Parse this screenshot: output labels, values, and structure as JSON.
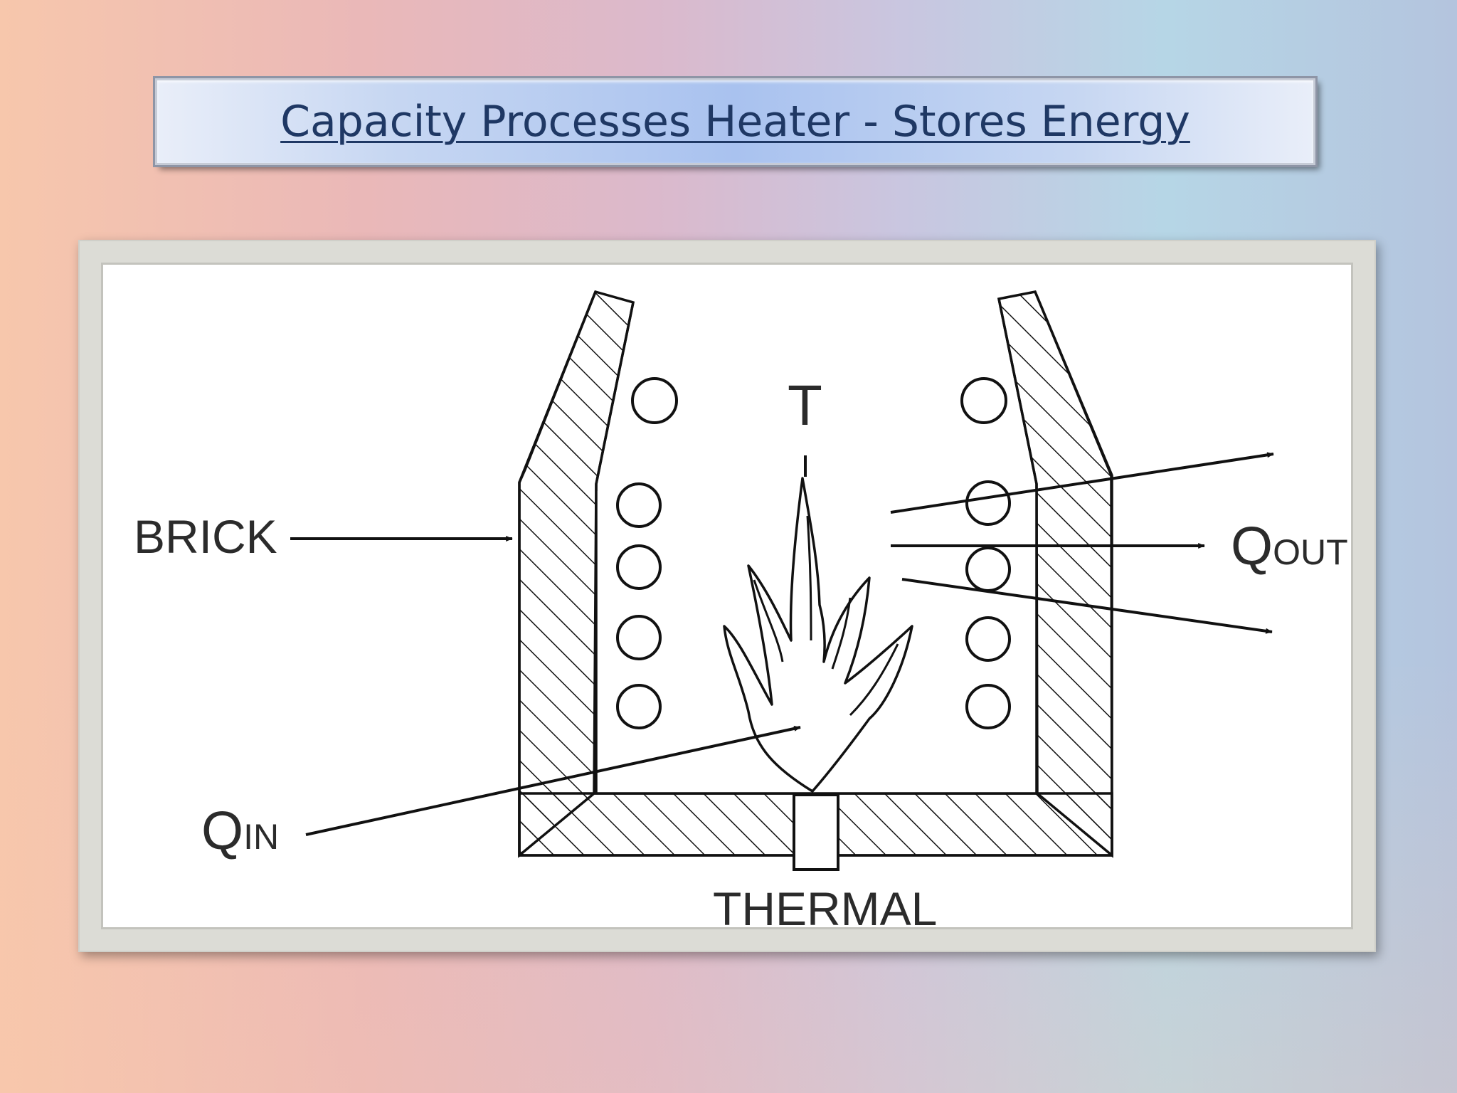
{
  "slide": {
    "title": "Capacity Processes Heater - Stores Energy"
  },
  "diagram": {
    "labels": {
      "brick": "BRICK",
      "t": "T",
      "q_in_main": "Q",
      "q_in_sub": "IN",
      "q_out_main": "Q",
      "q_out_sub": "OUT",
      "thermal": "THERMAL"
    }
  }
}
